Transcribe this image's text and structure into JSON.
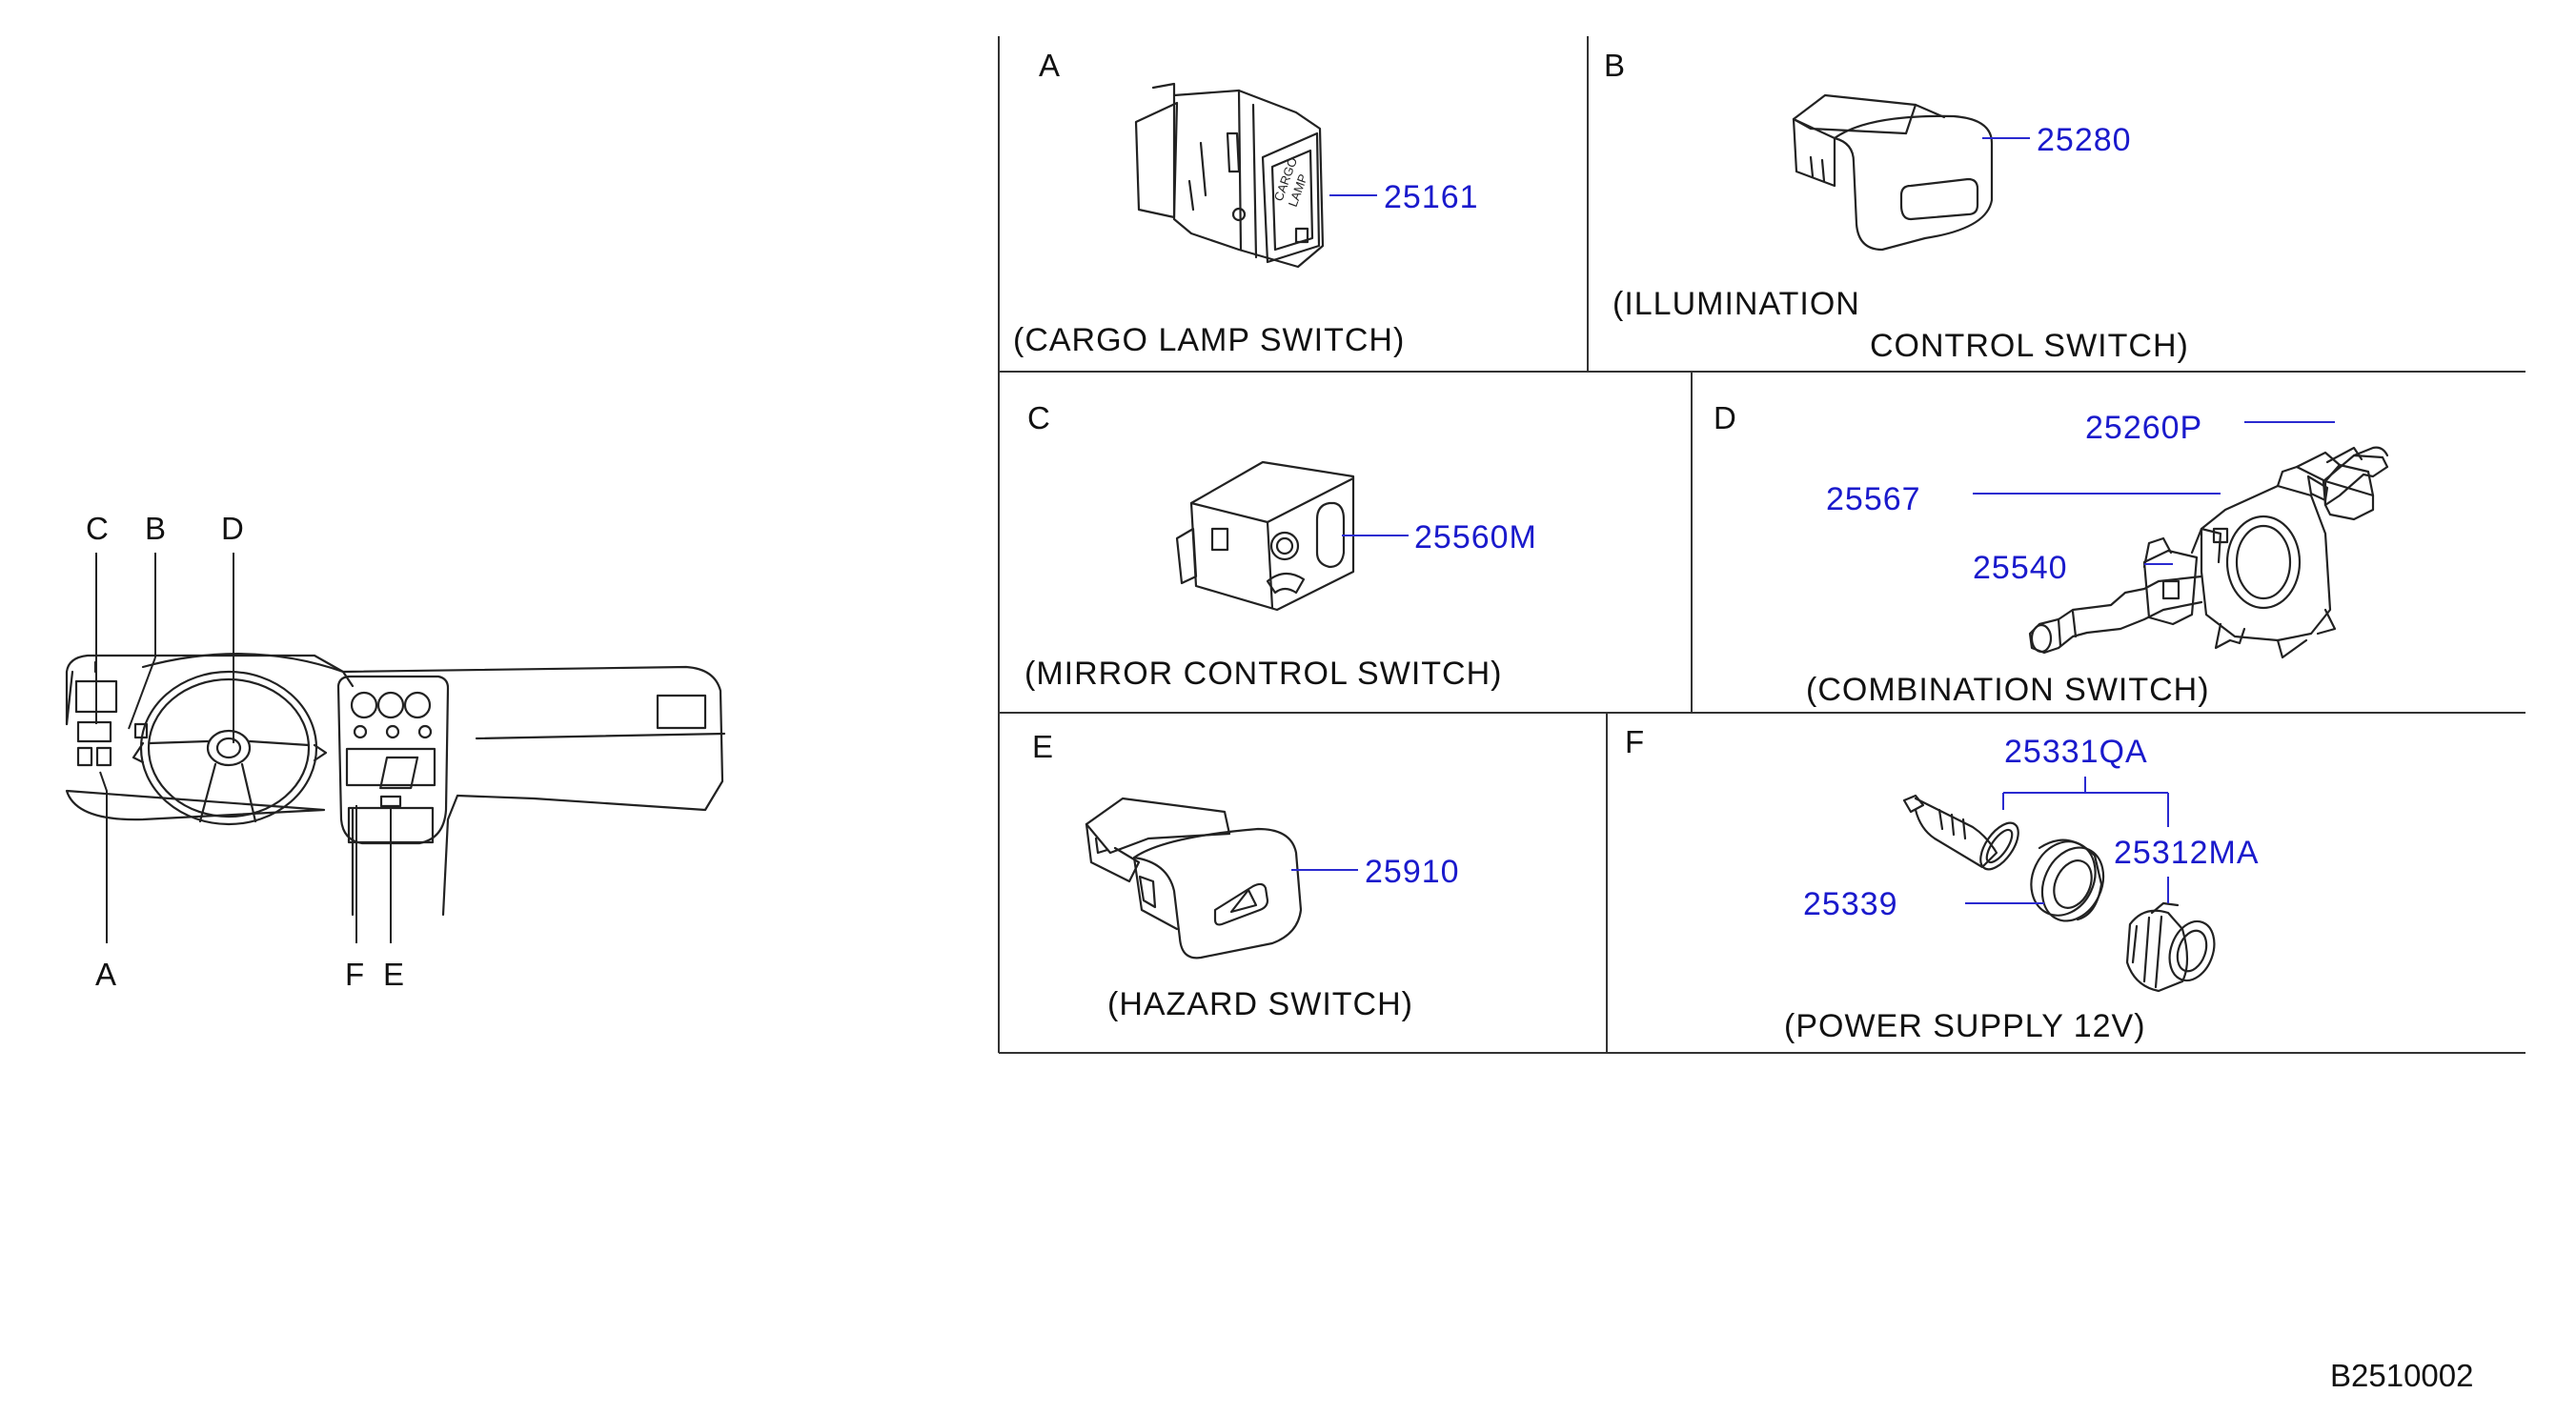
{
  "dashboard": {
    "callouts": [
      "C",
      "B",
      "D",
      "A",
      "F",
      "E"
    ]
  },
  "panels": [
    {
      "letter": "A",
      "caption": [
        "(CARGO  LAMP  SWITCH)"
      ],
      "parts": [
        "25161"
      ],
      "icon": "cargo-lamp-switch-icon"
    },
    {
      "letter": "B",
      "caption": [
        "(ILLUMINATION",
        "CONTROL  SWITCH)"
      ],
      "parts": [
        "25280"
      ],
      "icon": "illumination-control-switch-icon"
    },
    {
      "letter": "C",
      "caption": [
        "(MIRROR  CONTROL  SWITCH)"
      ],
      "parts": [
        "25560M"
      ],
      "icon": "mirror-control-switch-icon"
    },
    {
      "letter": "D",
      "caption": [
        "(COMBINATION   SWITCH)"
      ],
      "parts": [
        "25260P",
        "25567",
        "25540"
      ],
      "icon": "combination-switch-icon"
    },
    {
      "letter": "E",
      "caption": [
        "(HAZARD       SWITCH)"
      ],
      "parts": [
        "25910"
      ],
      "icon": "hazard-switch-icon"
    },
    {
      "letter": "F",
      "caption": [
        "(POWER  SUPPLY  12V)"
      ],
      "parts": [
        "25331QA",
        "25312MA",
        "25339"
      ],
      "icon": "power-supply-socket-icon"
    }
  ],
  "drawing_ref": "B2510002",
  "colors": {
    "part_number": "#1a1acc",
    "line": "#222222"
  }
}
